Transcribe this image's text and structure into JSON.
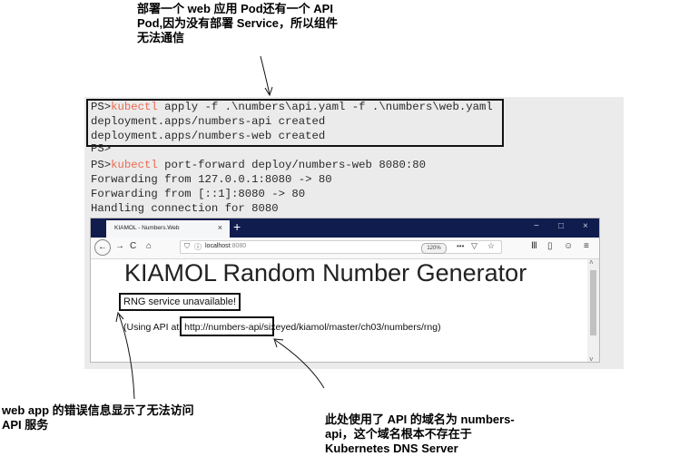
{
  "annotations": {
    "top": "部署一个 web 应用 Pod还有一个 API\nPod,因为没有部署 Service，所以组件\n无法通信",
    "left": "web app 的错误信息显示了无法访问\nAPI 服务",
    "right": "此处使用了 API 的域名为 numbers-\napi，这个域名根本不存在于\nKubernetes DNS Server"
  },
  "terminal": {
    "prompt": "PS>",
    "keyword": "kubectl",
    "lines": [
      {
        "prompt": "PS>",
        "cmd": "kubectl",
        "rest": " apply -f .\\numbers\\api.yaml -f .\\numbers\\web.yaml"
      },
      {
        "text": "deployment.apps/numbers-api created"
      },
      {
        "text": "deployment.apps/numbers-web created"
      },
      {
        "prompt": "PS>"
      },
      {
        "prompt": "PS>",
        "cmd": "kubectl",
        "rest": " port-forward deploy/numbers-web 8080:80"
      },
      {
        "text": "Forwarding from 127.0.0.1:8080 -> 80"
      },
      {
        "text": "Forwarding from [::1]:8080 -> 80"
      },
      {
        "text": "Handling connection for 8080"
      }
    ]
  },
  "browser": {
    "tab_title": "KIAMOL - Numbers.Web",
    "tab_close": "×",
    "new_tab": "+",
    "window_controls": {
      "minimize": "−",
      "maximize": "□",
      "close": "×"
    },
    "url": "localhost:8080",
    "url_host": "localhost",
    "url_port": ":8080",
    "zoom": "120%",
    "page": {
      "heading": "KIAMOL Random Number Generator",
      "error": "RNG service unavailable!",
      "api_prefix": "(Using API at: ",
      "api_url": "http://numbers-api/",
      "api_suffix": "sixeyed/kiamol/master/ch03/numbers/rng)"
    }
  },
  "colors": {
    "kubectl": "#ef6a4f",
    "terminal_bg": "#ebebeb",
    "titlebar": "#101c4e"
  }
}
